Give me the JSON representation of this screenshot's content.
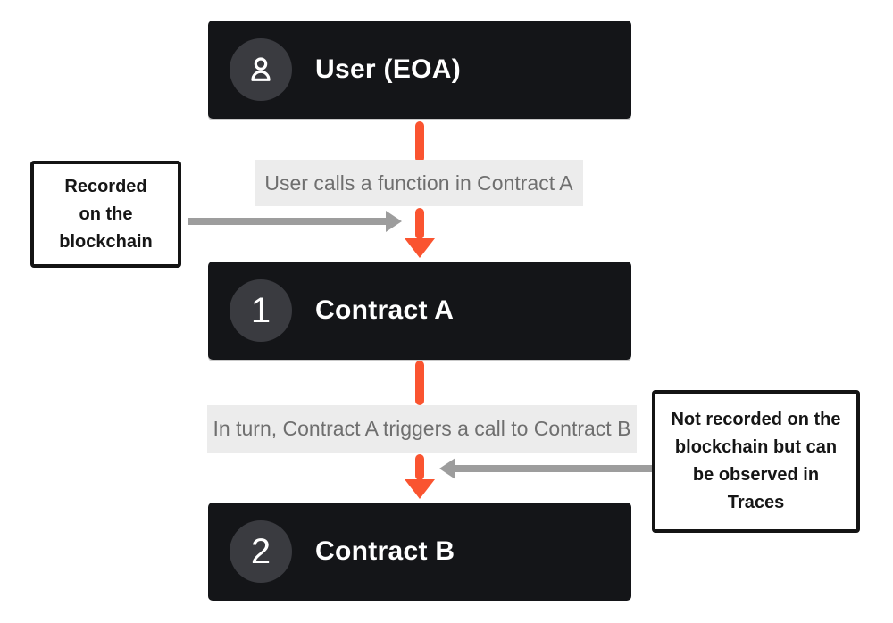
{
  "palette": {
    "accent_orange": "#FA5430",
    "box_dark": "#141518",
    "circle_gray": "#3A3B40",
    "node_text": "#FFFFFF",
    "label_bg": "#ECECEC",
    "label_text": "#6F6F6F",
    "arrow_gray": "#9D9D9D",
    "note_border": "#141414",
    "note_bg": "#FFFFFF",
    "bottom_edge": "#C9C9C9"
  },
  "nodes": {
    "user": {
      "icon": "person-icon",
      "title": "User (EOA)"
    },
    "contract_a": {
      "badge": "1",
      "title": "Contract A"
    },
    "contract_b": {
      "badge": "2",
      "title": "Contract B"
    }
  },
  "flow_labels": {
    "step1": "User calls a function in Contract A",
    "step2": "In turn, Contract A triggers a call to Contract B"
  },
  "notes": {
    "left": {
      "lines": [
        "Recorded",
        "on the",
        "blockchain"
      ]
    },
    "right": {
      "lines": [
        "Not recorded on the",
        "blockchain but can",
        "be observed in",
        "Traces"
      ]
    }
  }
}
